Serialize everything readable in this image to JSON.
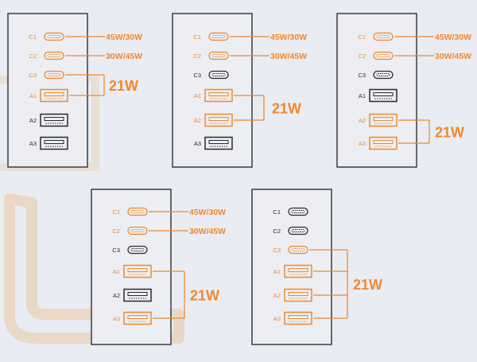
{
  "colors": {
    "active": "#f0892b",
    "inactive": "#2b2b2b",
    "panel_border": "#2f2f2f",
    "panel_fill": "#eceef3",
    "background": "#e9ecf2",
    "watermark": "#e9c9a0"
  },
  "port_labels": [
    "C1",
    "C2",
    "C3",
    "A1",
    "A2",
    "A3"
  ],
  "port_types": [
    "usb-c",
    "usb-c",
    "usb-c",
    "usb-a",
    "usb-a",
    "usb-a"
  ],
  "configurations": [
    {
      "active": [
        true,
        true,
        true,
        true,
        false,
        false
      ],
      "callouts": [
        {
          "text": "45W/30W",
          "ports": [
            0
          ]
        },
        {
          "text": "30W/45W",
          "ports": [
            1
          ]
        },
        {
          "text": "21W",
          "ports": [
            2,
            3
          ]
        }
      ]
    },
    {
      "active": [
        true,
        true,
        false,
        true,
        true,
        false
      ],
      "callouts": [
        {
          "text": "45W/30W",
          "ports": [
            0
          ]
        },
        {
          "text": "30W/45W",
          "ports": [
            1
          ]
        },
        {
          "text": "21W",
          "ports": [
            3,
            4
          ]
        }
      ]
    },
    {
      "active": [
        true,
        true,
        false,
        false,
        true,
        true
      ],
      "callouts": [
        {
          "text": "45W/30W",
          "ports": [
            0
          ]
        },
        {
          "text": "30W/45W",
          "ports": [
            1
          ]
        },
        {
          "text": "21W",
          "ports": [
            4,
            5
          ]
        }
      ]
    },
    {
      "active": [
        true,
        true,
        false,
        true,
        false,
        true
      ],
      "callouts": [
        {
          "text": "45W/30W",
          "ports": [
            0
          ]
        },
        {
          "text": "30W/45W",
          "ports": [
            1
          ]
        },
        {
          "text": "21W",
          "ports": [
            3,
            5
          ]
        }
      ]
    },
    {
      "active": [
        false,
        false,
        true,
        true,
        true,
        true
      ],
      "callouts": [
        {
          "text": "21W",
          "ports": [
            2,
            3,
            4,
            5
          ]
        }
      ]
    }
  ]
}
